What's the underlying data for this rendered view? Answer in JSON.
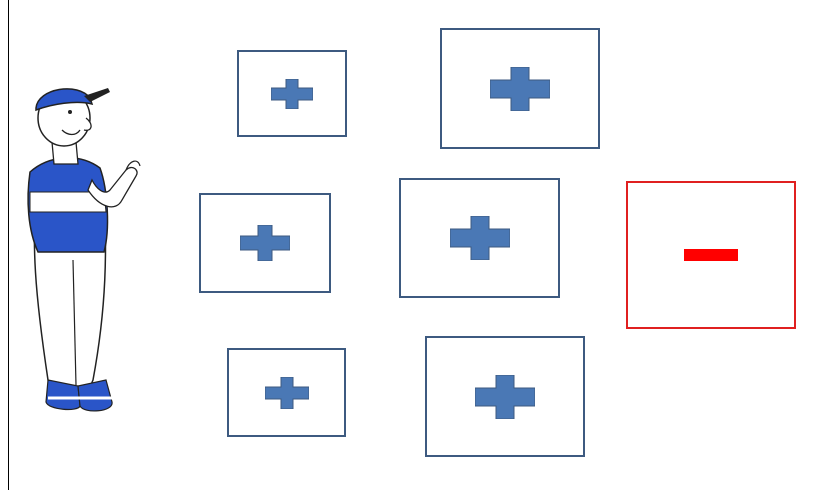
{
  "colors": {
    "plus_border": "#3d5a80",
    "plus_fill": "#4a78b5",
    "minus_border": "#e02020",
    "minus_fill": "#ff0000",
    "figure_blue": "#2a55c8"
  },
  "figure": {
    "icon": "player-figure-icon"
  },
  "cards": [
    {
      "id": "plus-card-1",
      "symbol": "plus",
      "icon": "plus-icon"
    },
    {
      "id": "plus-card-2",
      "symbol": "plus",
      "icon": "plus-icon"
    },
    {
      "id": "plus-card-3",
      "symbol": "plus",
      "icon": "plus-icon"
    },
    {
      "id": "plus-card-4",
      "symbol": "plus",
      "icon": "plus-icon"
    },
    {
      "id": "plus-card-5",
      "symbol": "plus",
      "icon": "plus-icon"
    },
    {
      "id": "plus-card-6",
      "symbol": "plus",
      "icon": "plus-icon"
    },
    {
      "id": "minus-card",
      "symbol": "minus",
      "icon": "minus-icon"
    }
  ]
}
